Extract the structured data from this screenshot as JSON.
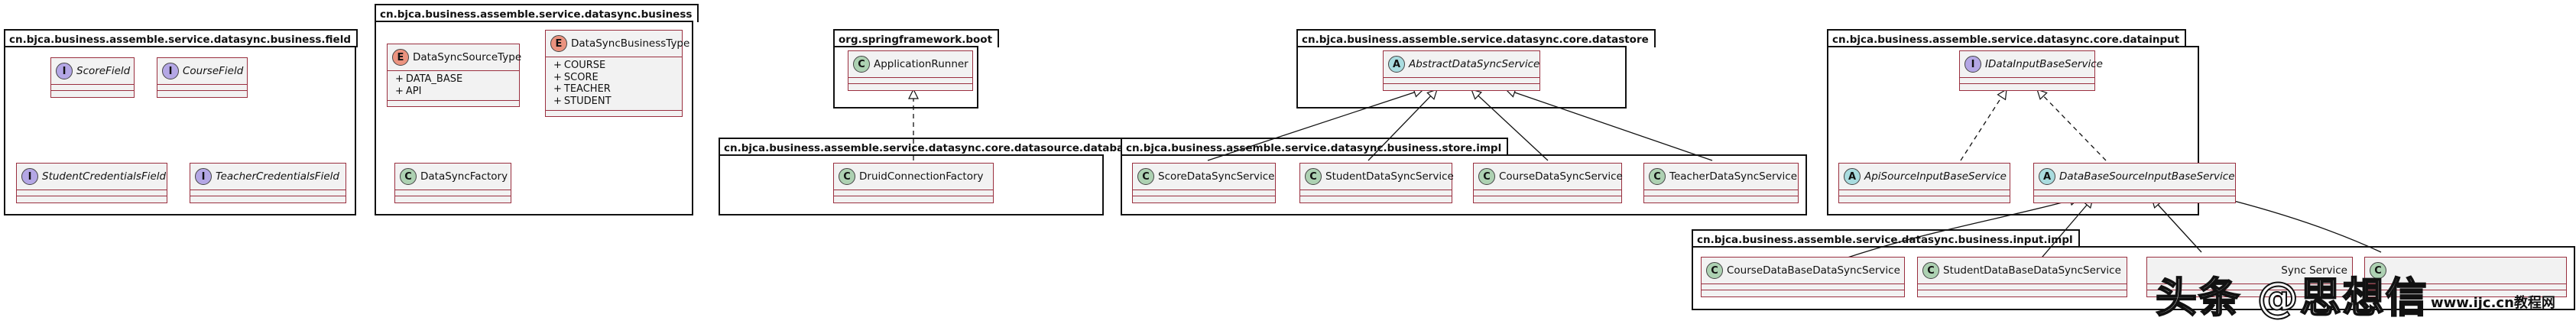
{
  "packages": {
    "field": "cn.bjca.business.assemble.service.datasync.business.field",
    "business": "cn.bjca.business.assemble.service.datasync.business",
    "spring": "org.springframework.boot",
    "datasource": "cn.bjca.business.assemble.service.datasync.core.datasource.database",
    "datastore": "cn.bjca.business.assemble.service.datasync.core.datastore",
    "store_impl": "cn.bjca.business.assemble.service.datasync.business.store.impl",
    "datainput": "cn.bjca.business.assemble.service.datasync.core.datainput",
    "input_impl": "cn.bjca.business.assemble.service.datasync.business.input.impl"
  },
  "classes": {
    "score_field": "ScoreField",
    "course_field": "CourseField",
    "student_credentials_field": "StudentCredentialsField",
    "teacher_credentials_field": "TeacherCredentialsField",
    "data_sync_source_type": "DataSyncSourceType",
    "data_sync_business_type": "DataSyncBusinessType",
    "data_sync_factory": "DataSyncFactory",
    "application_runner": "ApplicationRunner",
    "druid_connection_factory": "DruidConnectionFactory",
    "abstract_data_sync_service": "AbstractDataSyncService",
    "score_data_sync_service": "ScoreDataSyncService",
    "student_data_sync_service": "StudentDataSyncService",
    "course_data_sync_service": "CourseDataSyncService",
    "teacher_data_sync_service": "TeacherDataSyncService",
    "i_data_input_base_service": "IDataInputBaseService",
    "api_source_input_base_service": "ApiSourceInputBaseService",
    "database_source_input_base_service": "DataBaseSourceInputBaseService",
    "course_database_data_sync_service": "CourseDataBaseDataSyncService",
    "student_database_data_sync_service": "StudentDataBaseDataSyncService",
    "partial_sync_service": "Sync Service"
  },
  "enum_values": {
    "source_type": [
      "DATA_BASE",
      "API"
    ],
    "business_type": [
      "COURSE",
      "SCORE",
      "TEACHER",
      "STUDENT"
    ],
    "visibility": "+"
  },
  "icons": {
    "interface": "I",
    "class": "C",
    "abstract": "A",
    "enum": "E"
  },
  "watermark": {
    "main": "头条 @思想信",
    "url": "www.ijc.cn教程网"
  },
  "colors": {
    "class_border": "#9a2f3f",
    "class_fill": "#f2f2f2",
    "interface_icon": "#b4a7e5",
    "class_icon": "#add1b2",
    "abstract_icon": "#a9dcdf",
    "enum_icon": "#eb937f"
  }
}
